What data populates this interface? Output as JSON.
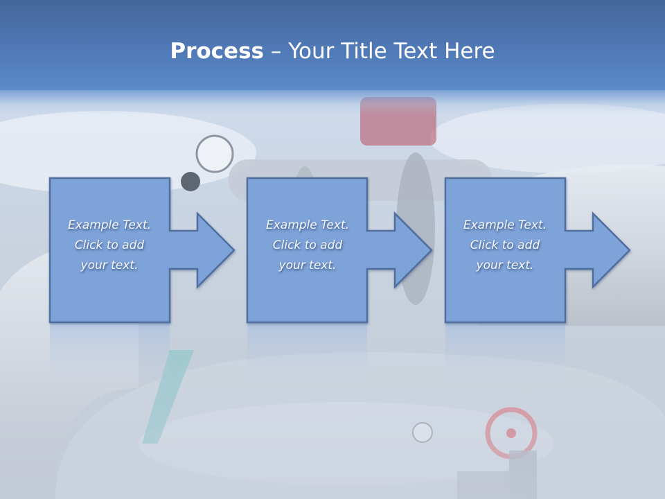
{
  "slide": {
    "title": {
      "bold": "Process",
      "rest": " – Your Title Text Here"
    },
    "steps": [
      {
        "line1": "Example Text.",
        "line2": "Click  to add",
        "line3": "your text."
      },
      {
        "line1": "Example Text.",
        "line2": "Click  to add",
        "line3": "your text."
      },
      {
        "line1": "Example Text.",
        "line2": "Click  to add",
        "line3": "your text."
      }
    ],
    "colors": {
      "title_band_top": "#44679a",
      "title_band_bottom": "#5a8acb",
      "shape_fill": "#7ea3d9",
      "shape_border": "#4f6e9e",
      "title_text": "#ffffff"
    },
    "background_image": "industrial-pipeline-valves-against-sky"
  }
}
